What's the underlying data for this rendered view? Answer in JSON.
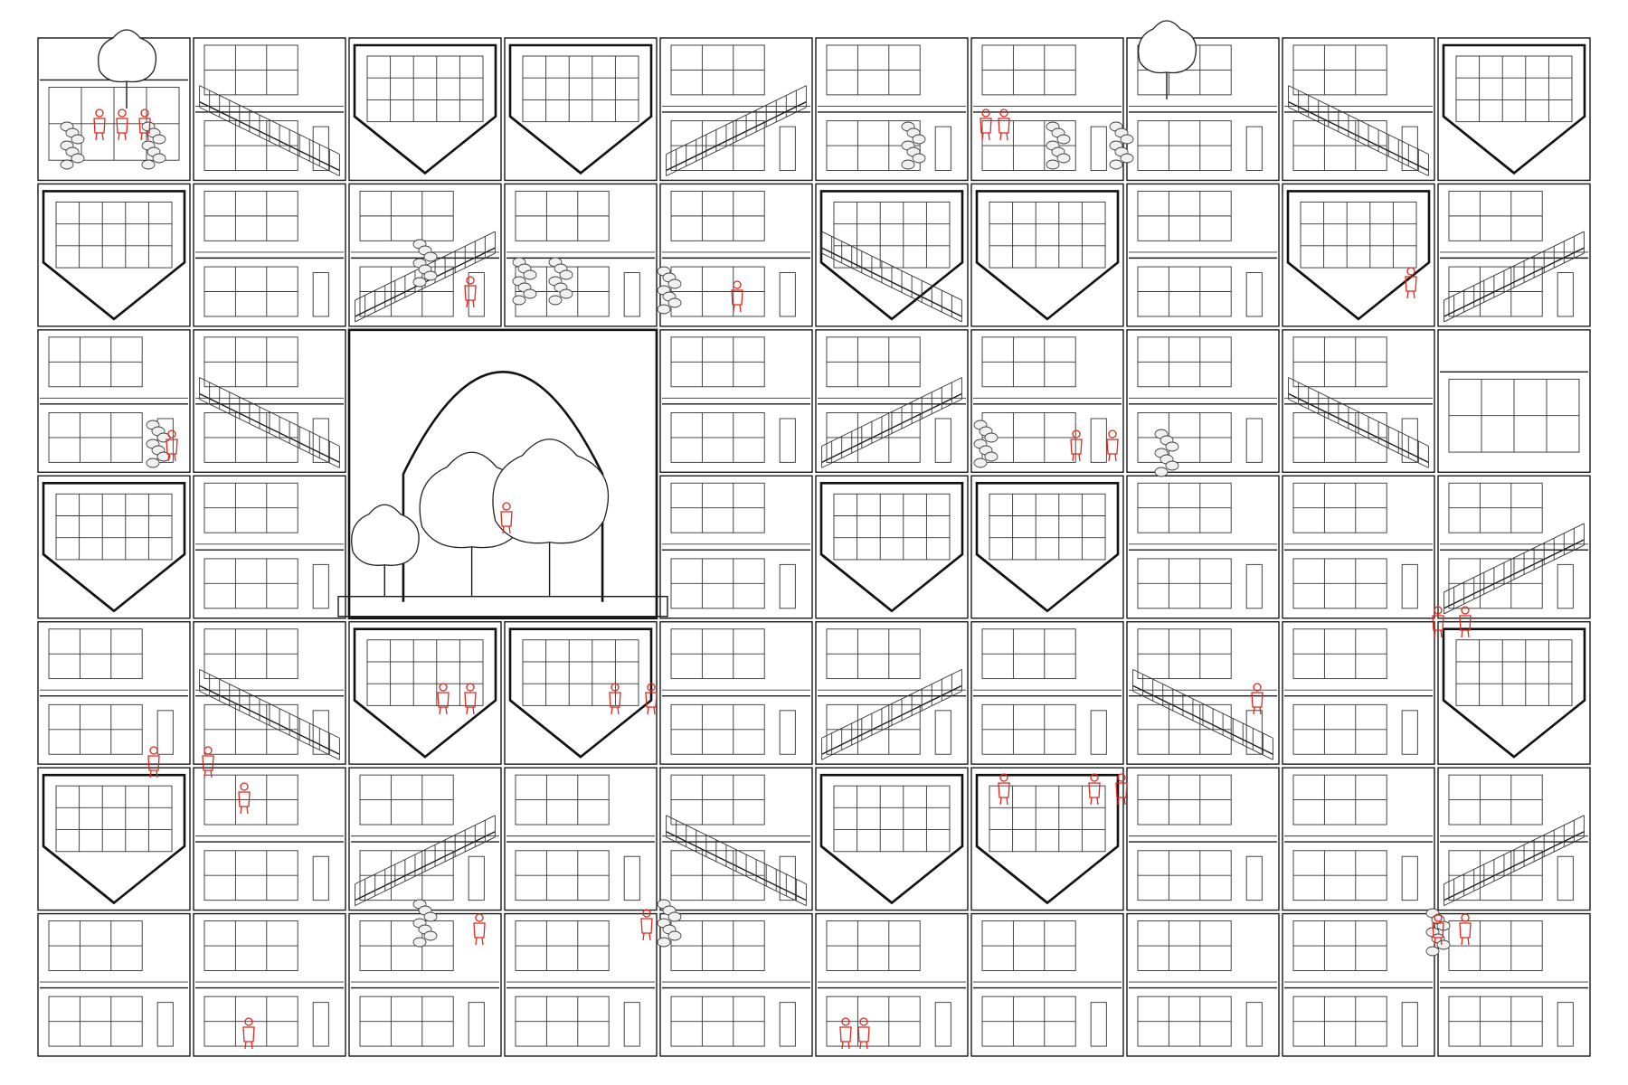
{
  "drawing": {
    "kind": "architectural-section-elevation",
    "colors": {
      "line": "#1a1a1a",
      "wall_shade": "#e9e9e9",
      "glass": "#f7f7f7",
      "people": "#e0281e",
      "background": "#ffffff"
    },
    "floors": 7,
    "bays": 10,
    "module_type_by_cell": [
      [
        "T",
        "S",
        "V",
        "V",
        "S",
        "S",
        "S",
        "S",
        "S",
        "V"
      ],
      [
        "V",
        "S",
        "S",
        "S",
        "S",
        "V",
        "V",
        "S",
        "V",
        "S"
      ],
      [
        "S",
        "S",
        "A",
        "A",
        "S",
        "S",
        "S",
        "S",
        "S",
        "T"
      ],
      [
        "V",
        "S",
        "A",
        "A",
        "S",
        "V",
        "V",
        "S",
        "S",
        "S"
      ],
      [
        "S",
        "S",
        "V",
        "V",
        "S",
        "S",
        "S",
        "S",
        "S",
        "V"
      ],
      [
        "V",
        "S",
        "S",
        "S",
        "S",
        "V",
        "V",
        "S",
        "S",
        "S"
      ],
      [
        "S",
        "S",
        "S",
        "S",
        "S",
        "S",
        "S",
        "S",
        "S",
        "S"
      ]
    ],
    "icons": [
      "stair-icon",
      "tree-icon",
      "hanging-plant-icon",
      "person-icon",
      "window-grid-icon",
      "arch-icon"
    ]
  }
}
